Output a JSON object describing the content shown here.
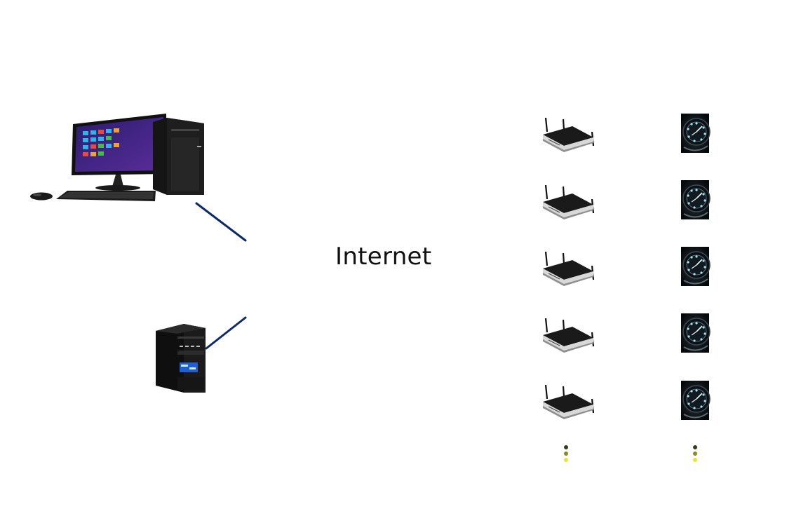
{
  "diagram": {
    "center_label": "Internet",
    "nodes": {
      "desktop": {
        "icon": "desktop-computer-icon"
      },
      "server": {
        "icon": "tower-server-icon"
      },
      "routers": {
        "icon": "wifi-router-icon",
        "count": 5
      },
      "watches": {
        "icon": "wristwatch-icon",
        "count": 5
      }
    },
    "ellipsis": {
      "icon": "vertical-ellipsis-icon",
      "dots": 3
    },
    "colors": {
      "link": "#0d2a66",
      "link_bright": "#1a4fa3",
      "dot_dark": "#3a3a1a",
      "dot_mid": "#8a8a20",
      "dot_light": "#e6e63a"
    }
  }
}
